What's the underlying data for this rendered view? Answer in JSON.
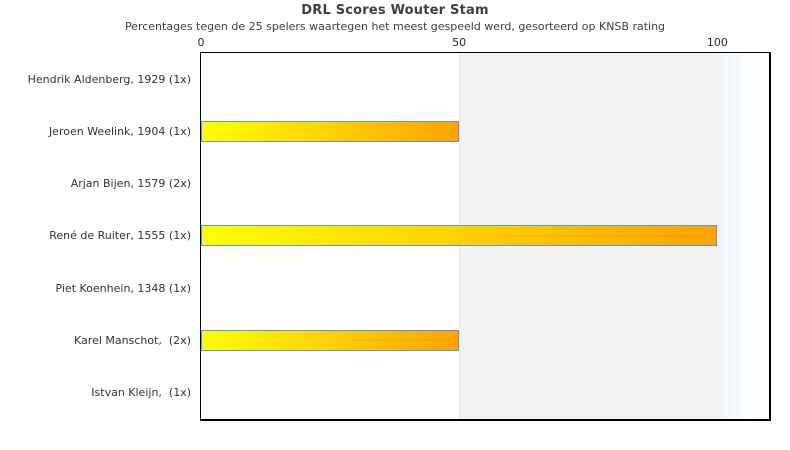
{
  "chart_data": {
    "type": "bar",
    "orientation": "horizontal",
    "title": "DRL Scores Wouter Stam",
    "subtitle": "Percentages tegen de 25 spelers waartegen het meest gespeeld werd, gesorteerd op KNSB rating",
    "categories": [
      "Hendrik Aldenberg, 1929 (1x)",
      "Jeroen Weelink, 1904 (1x)",
      "Arjan Bijen, 1579 (2x)",
      "René de Ruiter, 1555 (1x)",
      "Piet Koenhein, 1348 (1x)",
      "Karel Manschot,  (2x)",
      "Istvan Kleijn,  (1x)"
    ],
    "values": [
      0,
      50,
      0,
      100,
      0,
      50,
      0
    ],
    "x_ticks": [
      0,
      50,
      100
    ],
    "xlim": [
      0,
      110
    ],
    "shaded_band": {
      "from": 50,
      "to": 100
    },
    "grid": "off",
    "legend": "none",
    "colors": {
      "bar_gradient_start": "#ffff00",
      "bar_gradient_end": "#ffa200",
      "bar_border": "#5b9bd5",
      "band_fill": "#f2f2f2",
      "fade_start": "#edf3f9",
      "plot_border": "#000000",
      "title_text": "#404040",
      "label_text": "#333333"
    }
  }
}
